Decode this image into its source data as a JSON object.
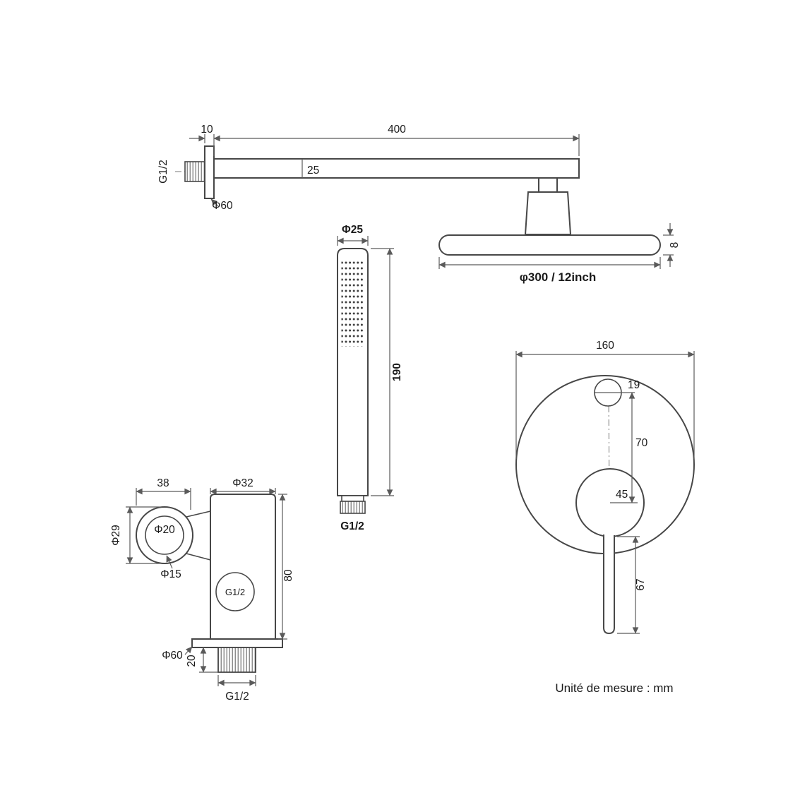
{
  "page": {
    "background": "#ffffff",
    "line_color": "#474747"
  },
  "shower_arm": {
    "wall_offset": "10",
    "length": "400",
    "height": "25",
    "thread": "G1/2",
    "flange_diameter": "Φ60"
  },
  "shower_head": {
    "thickness": "8",
    "diameter": "φ300 / 12inch"
  },
  "hand_shower": {
    "diameter": "Φ25",
    "length": "190",
    "thread": "G1/2"
  },
  "outlet": {
    "bracket_width": "38",
    "body_diameter": "Φ32",
    "ring_outer_diameter": "Φ29",
    "ring_inner_diameter": "Φ20",
    "pin_diameter": "Φ15",
    "body_height": "80",
    "flange_diameter": "Φ60",
    "thread_length": "20",
    "port_thread": "G1/2",
    "bottom_thread": "G1/2"
  },
  "mixer": {
    "plate_diameter": "160",
    "top_hole_diameter": "19",
    "hole_spacing": "70",
    "cartridge_diameter": "45",
    "handle_length": "67"
  },
  "footer": {
    "unit_note": "Unité de mesure : mm"
  }
}
